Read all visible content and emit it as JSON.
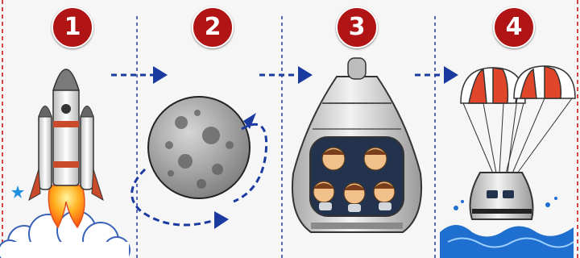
{
  "steps": [
    {
      "number": "1",
      "icon": "rocket-launch-icon"
    },
    {
      "number": "2",
      "icon": "moon-orbit-icon"
    },
    {
      "number": "3",
      "icon": "capsule-crew-icon"
    },
    {
      "number": "4",
      "icon": "parachute-splashdown-icon"
    }
  ],
  "colors": {
    "badge": "#b01414",
    "arrow": "#1a3aa0",
    "divider": "#1a3aa0",
    "frame": "#d24545",
    "parachute_red": "#e0462a",
    "water": "#1f6fd0"
  }
}
